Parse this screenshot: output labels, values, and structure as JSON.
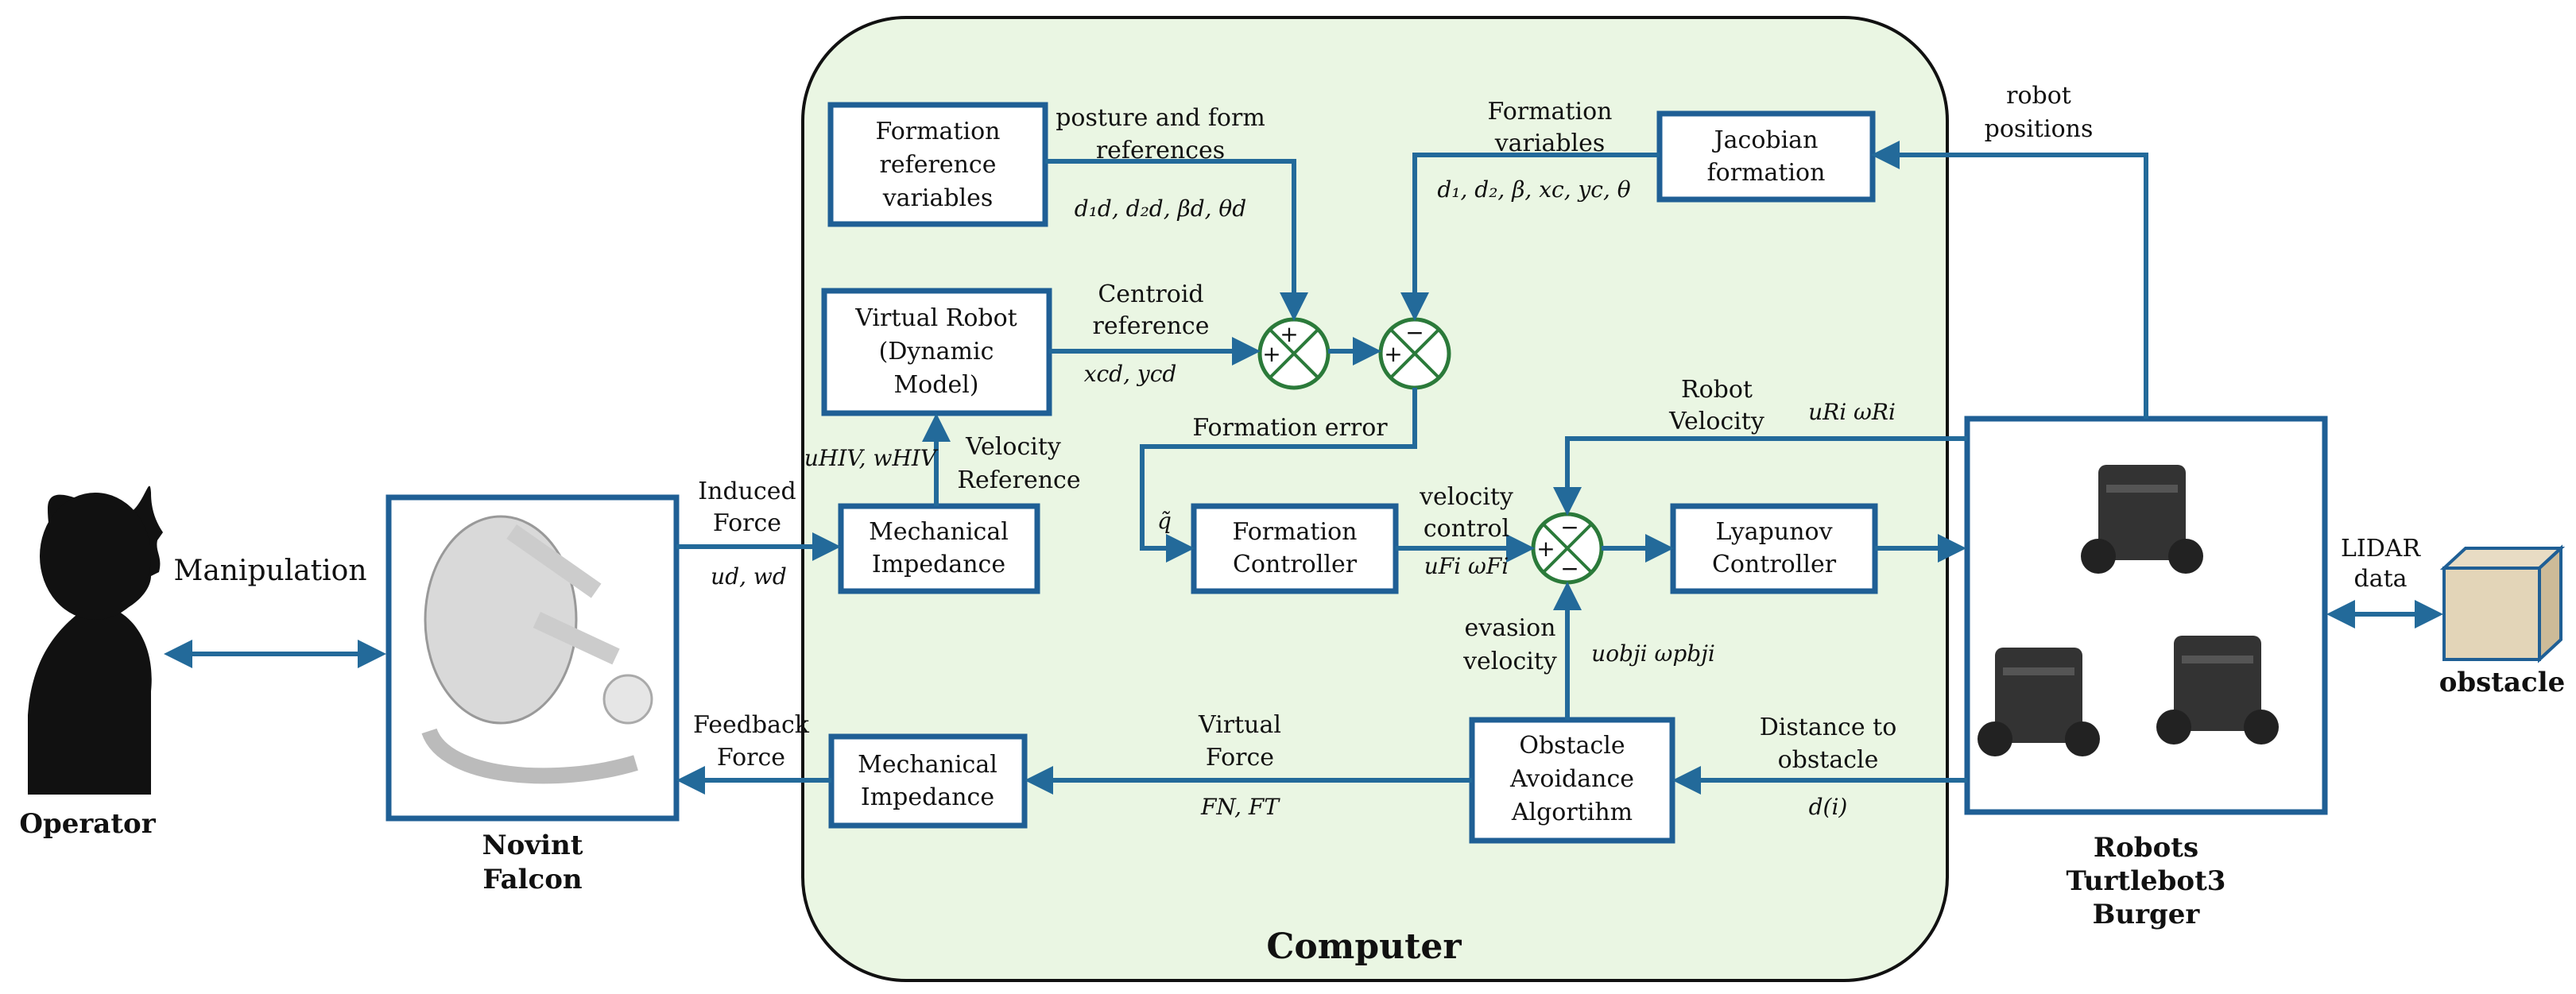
{
  "colors": {
    "computer_bg": "#eaf6e3",
    "box_border": "#1f5f95",
    "arrow": "#236a9a",
    "summer": "#2b7a3a"
  },
  "computer_label": "Computer",
  "operator": {
    "label": "Operator",
    "action": "Manipulation"
  },
  "falcon": {
    "line1": "Novint",
    "line2": "Falcon"
  },
  "robots": {
    "line1": "Robots",
    "line2": "Turtlebot3",
    "line3": "Burger"
  },
  "obstacle": {
    "label": "obstacle",
    "lidar1": "LIDAR",
    "lidar2": "data"
  },
  "blocks": {
    "formation_ref": [
      "Formation",
      "reference",
      "variables"
    ],
    "virtual_robot": [
      "Virtual Robot",
      "(Dynamic",
      "Model)"
    ],
    "mech_imp_top": [
      "Mechanical",
      "Impedance"
    ],
    "formation_ctrl": [
      "Formation",
      "Controller"
    ],
    "lyapunov": [
      "Lyapunov",
      "Controller"
    ],
    "jacobian": [
      "Jacobian",
      "formation"
    ],
    "mech_imp_bottom": [
      "Mechanical",
      "Impedance"
    ],
    "obstacle_avoid": [
      "Obstacle",
      "Avoidance",
      "Algortihm"
    ]
  },
  "labels": {
    "posture1": "posture and form",
    "posture2": "references",
    "posture_vars": "d₁d, d₂d, βd, θd",
    "formvars1": "Formation",
    "formvars2": "variables",
    "formvars_math": "d₁, d₂, β, xc, yc, θ",
    "robot_pos1": "robot",
    "robot_pos2": "positions",
    "centroid1": "Centroid",
    "centroid2": "reference",
    "centroid_math": "xcd, ycd",
    "hiv": "uHIV, wHIV",
    "velref1": "Velocity",
    "velref2": "Reference",
    "formation_error": "Formation error",
    "robotvel1": "Robot",
    "robotvel2": "Velocity",
    "robotvel_math": "uRi ωRi",
    "induced1": "Induced",
    "induced2": "Force",
    "ud": "ud, wd",
    "qtilde": "q̃",
    "velctrl1": "velocity",
    "velctrl2": "control",
    "velctrl_math": "uFi ωFi",
    "evasion1": "evasion",
    "evasion2": "velocity",
    "evasion_math": "uobji ωpbji",
    "feedback1": "Feedback",
    "feedback2": "Force",
    "virtualforce1": "Virtual",
    "virtualforce2": "Force",
    "fnft": "FN, FT",
    "dist1": "Distance to",
    "dist2": "obstacle",
    "di": "d(i)"
  }
}
